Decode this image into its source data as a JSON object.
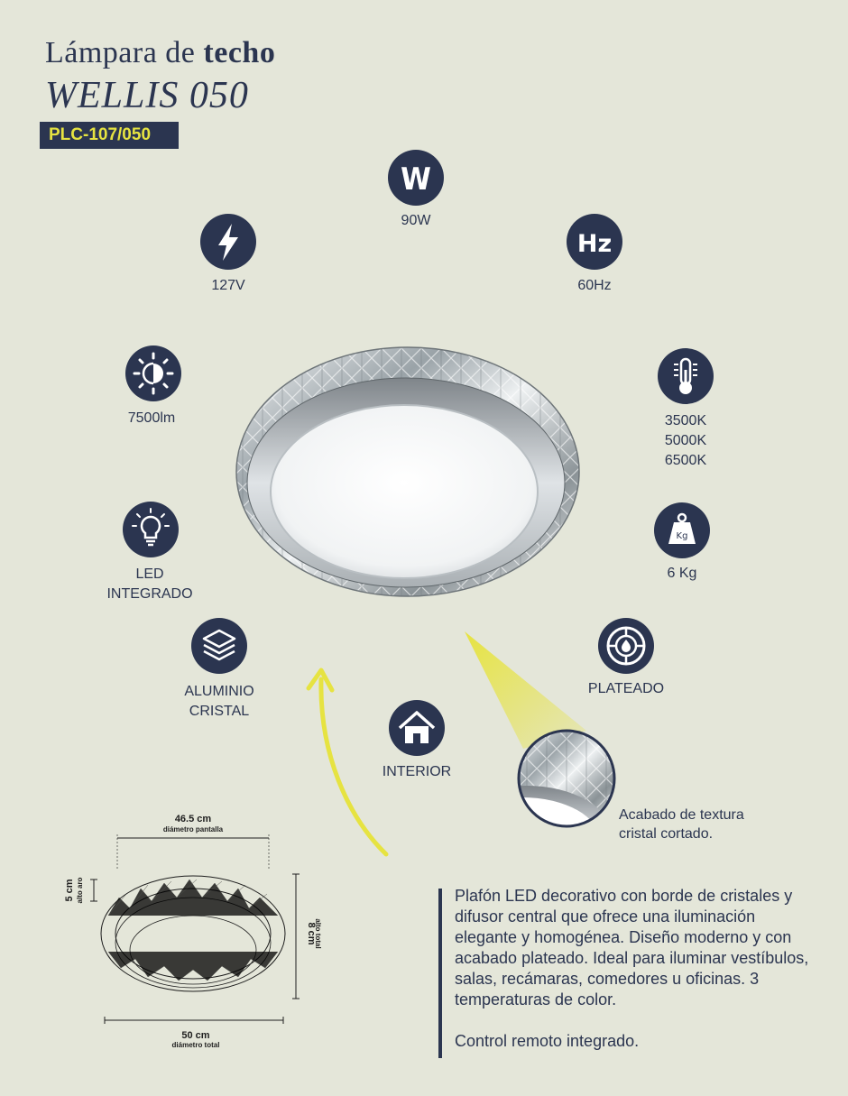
{
  "header": {
    "title_regular": "Lámpara de",
    "title_bold": "techo",
    "model": "WELLIS 050",
    "code": "PLC-107/050"
  },
  "specs": {
    "watts": "90W",
    "voltage": "127V",
    "frequency": "60Hz",
    "lumens": "7500lm",
    "temperatures": "3500K\n5000K\n6500K",
    "weight": "6 Kg",
    "light_source": "LED\nINTEGRADO",
    "material": "ALUMINIO\nCRISTAL",
    "finish": "PLATEADO",
    "usage": "INTERIOR"
  },
  "icons": {
    "watts": "W",
    "frequency": "Hz",
    "weight": "Kg"
  },
  "detail_caption": "Acabado de textura\n cristal cortado.",
  "dimensions": {
    "screen_diameter": "46.5 cm",
    "screen_diameter_label": "diámetro pantalla",
    "ring_height": "5 cm",
    "ring_height_label": "alto aro",
    "total_height": "8 cm",
    "total_height_label": "alto total",
    "total_diameter": "50 cm",
    "total_diameter_label": "diámetro total"
  },
  "description": {
    "paragraph": "Plafón LED decorativo con borde de cristales y difusor central que ofrece una iluminación elegante y homogénea. Diseño moderno y con acabado plateado. Ideal para iluminar vestíbulos, salas,  recámaras, comedores u oficinas. 3 temperaturas de color.",
    "remote": "Control remoto integrado."
  },
  "colors": {
    "background": "#e4e6d9",
    "navy": "#2b3550",
    "accent_yellow": "#e6e341"
  }
}
